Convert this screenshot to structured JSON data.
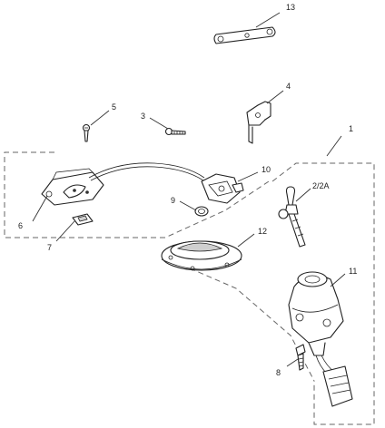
{
  "callouts": [
    {
      "id": "c1",
      "label": "1"
    },
    {
      "id": "c2",
      "label": "2/2A"
    },
    {
      "id": "c3",
      "label": "3"
    },
    {
      "id": "c4",
      "label": "4"
    },
    {
      "id": "c5",
      "label": "5"
    },
    {
      "id": "c6",
      "label": "6"
    },
    {
      "id": "c7",
      "label": "7"
    },
    {
      "id": "c8",
      "label": "8"
    },
    {
      "id": "c9",
      "label": "9"
    },
    {
      "id": "c10",
      "label": "10"
    },
    {
      "id": "c11",
      "label": "11"
    },
    {
      "id": "c12",
      "label": "12"
    },
    {
      "id": "c13",
      "label": "13"
    }
  ]
}
